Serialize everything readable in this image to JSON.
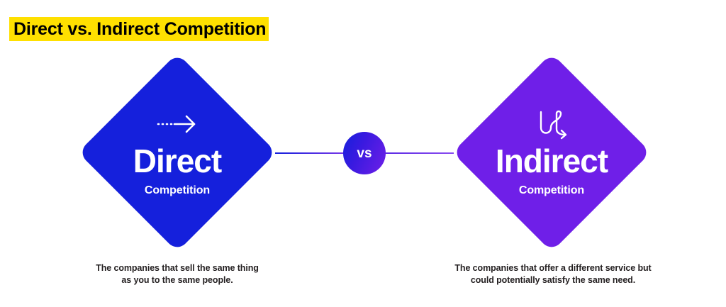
{
  "page": {
    "title": "Direct vs. Indirect Competition",
    "title_highlight_color": "#FFE000",
    "title_text_color": "#000000",
    "background_color": "#FFFFFF"
  },
  "diagram": {
    "type": "comparison-diagram",
    "center_badge": {
      "label": "vs",
      "gradient_from": "#1520DC",
      "gradient_to": "#6F1FE8"
    },
    "connectors": {
      "left_color": "#1520DC",
      "right_color": "#7B3AE8"
    },
    "nodes": [
      {
        "id": "direct",
        "title": "Direct",
        "subtitle": "Competition",
        "icon": "straight-dotted-arrow-icon",
        "color": "#1520DC",
        "text_color": "#FFFFFF",
        "caption_line_1": "The companies that sell the same thing",
        "caption_line_2": "as you to the same people."
      },
      {
        "id": "indirect",
        "title": "Indirect",
        "subtitle": "Competition",
        "icon": "winding-curved-arrow-icon",
        "color": "#6F1FE8",
        "text_color": "#FFFFFF",
        "caption_line_1": "The companies that offer a different service but",
        "caption_line_2": "could potentially satisfy the same need."
      }
    ]
  }
}
